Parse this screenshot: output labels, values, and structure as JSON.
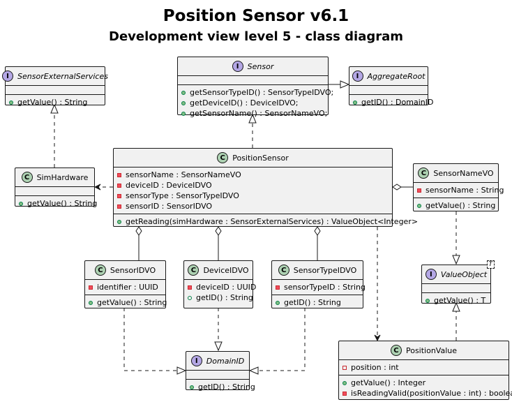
{
  "title": "Position Sensor v6.1",
  "subtitle": "Development view level 5 - class diagram",
  "classes": {
    "sensor_external_services": {
      "stereotype": "I",
      "name": "SensorExternalServices",
      "methods": [
        "getValue() : String"
      ]
    },
    "sensor": {
      "stereotype": "I",
      "name": "Sensor",
      "methods": [
        "getSensorTypeID() : SensorTypeIDVO;",
        "getDeviceID() : DeviceIDVO;",
        "getSensorName() : SensorNameVO;"
      ]
    },
    "aggregate_root": {
      "stereotype": "I",
      "name": "AggregateRoot",
      "methods": [
        "getID() : DomainID"
      ]
    },
    "sim_hardware": {
      "stereotype": "C",
      "name": "SimHardware",
      "methods": [
        "getValue() : String"
      ]
    },
    "position_sensor": {
      "stereotype": "C",
      "name": "PositionSensor",
      "fields": [
        "sensorName : SensorNameVO",
        "deviceID : DeviceIDVO",
        "sensorType : SensorTypeIDVO",
        "sensorID : SensorIDVO"
      ],
      "methods": [
        "getReading(simHardware : SensorExternalServices) : ValueObject<Integer>"
      ]
    },
    "sensor_name_vo": {
      "stereotype": "C",
      "name": "SensorNameVO",
      "fields": [
        "sensorName : String"
      ],
      "methods": [
        "getValue() : String"
      ]
    },
    "sensor_id_vo": {
      "stereotype": "C",
      "name": "SensorIDVO",
      "fields": [
        "identifier : UUID"
      ],
      "methods": [
        "getValue() : String"
      ]
    },
    "device_id_vo": {
      "stereotype": "C",
      "name": "DeviceIDVO",
      "fields": [
        "deviceID : UUID"
      ],
      "fields2": [
        "getID() : String"
      ]
    },
    "sensor_type_id_vo": {
      "stereotype": "C",
      "name": "SensorTypeIDVO",
      "fields": [
        "sensorTypeID : String"
      ],
      "methods": [
        "getID() : String"
      ]
    },
    "value_object": {
      "stereotype": "I",
      "name": "ValueObject",
      "type_param": "T",
      "methods": [
        "getValue() : T"
      ]
    },
    "domain_id": {
      "stereotype": "I",
      "name": "DomainID",
      "methods": [
        "getID() : String"
      ]
    },
    "position_value": {
      "stereotype": "C",
      "name": "PositionValue",
      "fields": [
        "position : int"
      ],
      "methods": [
        "getValue() : Integer",
        "isReadingValid(positionValue : int) : boolean"
      ]
    }
  },
  "colors": {
    "box_fill": "#f1f1f1",
    "class_badge": "#add1b2",
    "interface_badge": "#b4a7e5",
    "line": "#181818"
  }
}
